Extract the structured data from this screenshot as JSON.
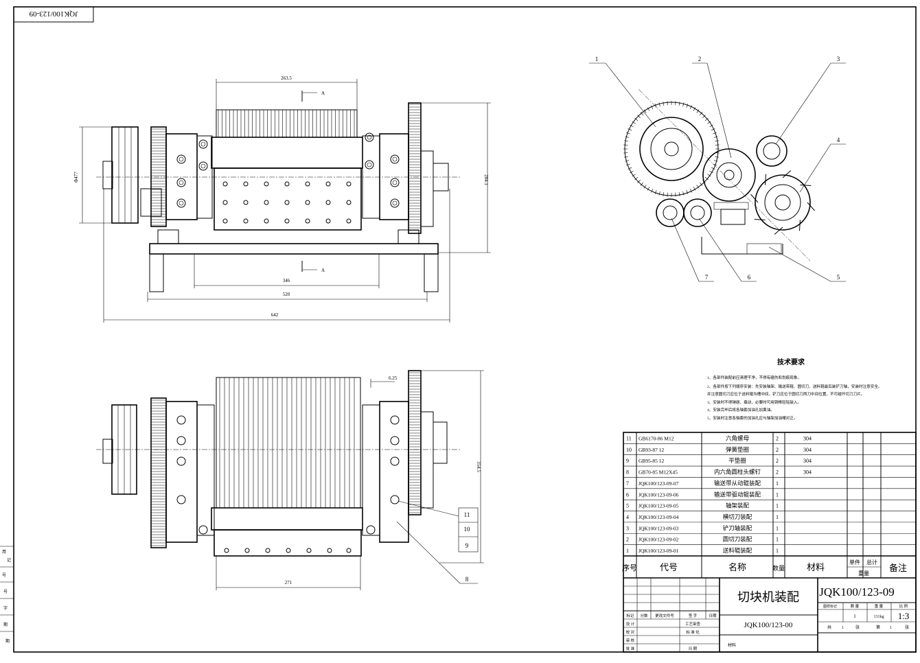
{
  "drawing_code_rotated": "JQK100/123-09",
  "top_view": {
    "dims": {
      "d263": "263.5",
      "d346": "346",
      "d520": "520",
      "d642": "642",
      "phi": "Φ477",
      "h": "284.1"
    },
    "section": "A"
  },
  "bottom_view": {
    "dims": {
      "d625": "6.25",
      "d354": "354.5",
      "d271": "271"
    },
    "callouts": [
      "11",
      "10",
      "9",
      "8"
    ]
  },
  "side_view": {
    "callouts": [
      "1",
      "2",
      "3",
      "4",
      "5",
      "6",
      "7"
    ]
  },
  "tech_req": {
    "title": "技术要求",
    "lines": [
      "1、各部件装配前应清理干净，不得有磕伤和划痕现象。",
      "2、各部件按下列顺序安装：先安装轴架、输送带辊、圆切刀、送料辊最后装铲刀轴，安装时注意安全。",
      "   并注意圆切刀应位于送料辊沟槽中间，铲刀应位于圆切刀两刀中间位置，不可碰坏切刀刀片。",
      "3、安装时不得锤砸、撬动，必要时可用铜棒轻轻敲入。",
      "4、安装完毕后将各轴套加油孔加黄油。",
      "5、安装时注意各轴套的加油孔应与轴架加油嘴对正。"
    ]
  },
  "bom": {
    "rows": [
      {
        "no": "11",
        "code": "GB6170-86  M12",
        "name": "六角螺母",
        "qty": "2",
        "mat": "304"
      },
      {
        "no": "10",
        "code": "GB93-87  12",
        "name": "弹簧垫圈",
        "qty": "2",
        "mat": "304"
      },
      {
        "no": "9",
        "code": "GB95-85  12",
        "name": "平垫圈",
        "qty": "2",
        "mat": "304"
      },
      {
        "no": "8",
        "code": "GB70-85  M12X45",
        "name": "内六角圆柱头螺钉",
        "qty": "2",
        "mat": "304"
      },
      {
        "no": "7",
        "code": "JQK100/123-09-07",
        "name": "输送带从动辊装配",
        "qty": "1",
        "mat": ""
      },
      {
        "no": "6",
        "code": "JQK100/123-09-06",
        "name": "输送带驱动辊装配",
        "qty": "1",
        "mat": ""
      },
      {
        "no": "5",
        "code": "JQK100/123-09-05",
        "name": "轴架装配",
        "qty": "1",
        "mat": ""
      },
      {
        "no": "4",
        "code": "JQK100/123-09-04",
        "name": "横切刀装配",
        "qty": "1",
        "mat": ""
      },
      {
        "no": "3",
        "code": "JQK100/123-09-03",
        "name": "铲刀轴装配",
        "qty": "1",
        "mat": ""
      },
      {
        "no": "2",
        "code": "JQK100/123-09-02",
        "name": "圆切刀装配",
        "qty": "1",
        "mat": ""
      },
      {
        "no": "1",
        "code": "JQK100/123-09-01",
        "name": "送料辊装配",
        "qty": "1",
        "mat": ""
      }
    ],
    "header": {
      "no": "序号",
      "code": "代号",
      "name": "名称",
      "qty": "数量",
      "mat": "材料",
      "unit": "单件",
      "total": "总计",
      "weight": "重量",
      "remark": "备注"
    }
  },
  "title_block": {
    "name": "切块机装配",
    "drawing_no": "JQK100/123-09",
    "parent": "JQK100/123-00",
    "labels": {
      "mark": "标记",
      "count": "分数",
      "doc": "更改文件号",
      "sign": "签 字",
      "date": "日期",
      "design": "设 计",
      "check": "校 对",
      "review": "审 核",
      "approve": "批 准",
      "process": "工艺审查",
      "std": "标 准 化",
      "day": "日 期",
      "material": "材料",
      "stage": "图样标记",
      "qty": "数 量",
      "wt": "重 量",
      "scale": "比 例",
      "sheets": "共",
      "sheet_unit": "张",
      "sheet_no": "第",
      "page_unit": "张"
    },
    "qty": "1",
    "weight": "131kg",
    "scale": "1:3",
    "sheets_total": "1",
    "sheet_index": "1"
  },
  "left_strip": [
    "用",
    "记",
    "号",
    "号",
    "字",
    "期",
    "期"
  ]
}
